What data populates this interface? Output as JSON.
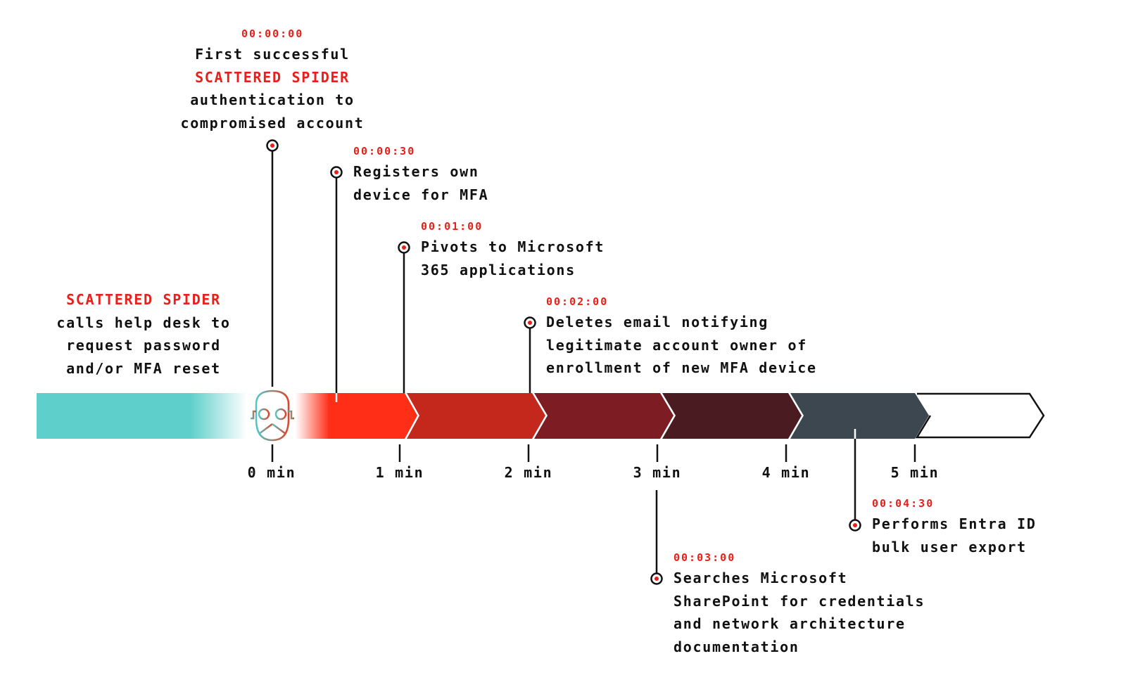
{
  "intro": {
    "actor": "SCATTERED SPIDER",
    "lines": [
      "calls help desk to",
      "request password",
      "and/or MFA reset"
    ]
  },
  "events": [
    {
      "time": "00:00:00",
      "lines": [
        "First successful",
        "SCATTERED SPIDER",
        "authentication to",
        "compromised account"
      ]
    },
    {
      "time": "00:00:30",
      "lines": [
        "Registers own",
        "device for MFA"
      ]
    },
    {
      "time": "00:01:00",
      "lines": [
        "Pivots to Microsoft",
        "365 applications"
      ]
    },
    {
      "time": "00:02:00",
      "lines": [
        "Deletes email notifying",
        "legitimate account owner of",
        "enrollment of new MFA device"
      ]
    },
    {
      "time": "00:03:00",
      "lines": [
        "Searches Microsoft",
        "SharePoint for credentials",
        "and network architecture",
        "documentation"
      ]
    },
    {
      "time": "00:04:30",
      "lines": [
        "Performs Entra ID",
        "bulk user export"
      ]
    }
  ],
  "axis_labels": [
    "0 min",
    "1 min",
    "2 min",
    "3 min",
    "4 min",
    "5 min"
  ],
  "colors": {
    "teal": "#5fcfcb",
    "red": "#ff2e17",
    "seg1": "#c4271c",
    "seg2": "#7d1d23",
    "seg3": "#4b1b22",
    "seg4": "#3c4750",
    "accent": "#e8201a"
  }
}
